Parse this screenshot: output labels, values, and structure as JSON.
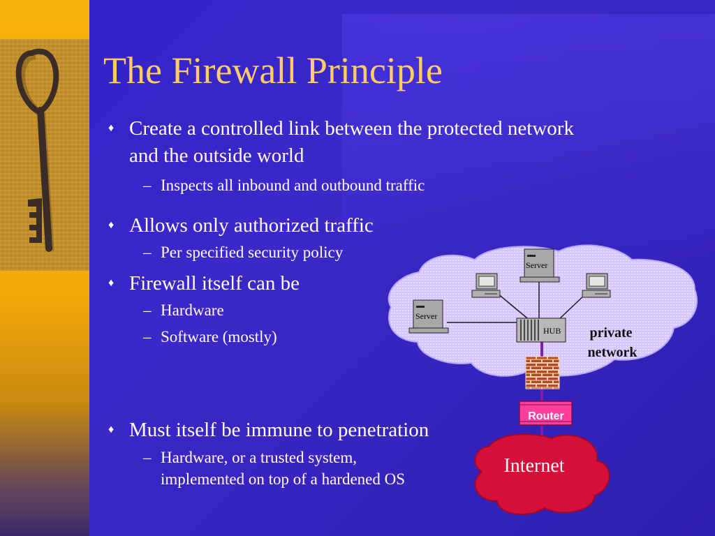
{
  "slide": {
    "title": "The Firewall Principle",
    "bullets": [
      {
        "text_line1": "Create a controlled link between the protected network",
        "text_line2": "and the outside world",
        "sub": [
          "Inspects all inbound and outbound traffic"
        ]
      },
      {
        "text_line1": "Allows only authorized traffic",
        "sub": [
          "Per specified security policy"
        ]
      },
      {
        "text_line1": "Firewall itself can be",
        "sub": [
          "Hardware",
          "Software (mostly)"
        ]
      },
      {
        "text_line1": "Must itself be immune to penetration",
        "sub_line1": "Hardware, or a trusted system,",
        "sub_line2": "implemented on top of a hardened OS"
      }
    ],
    "bullet_symbol": "♦",
    "sub_symbol": "–"
  },
  "diagram": {
    "server_label": "Server",
    "hub_label": "HUB",
    "private_network_line1": "private",
    "private_network_line2": "network",
    "router_label": "Router",
    "internet_label": "Internet"
  },
  "colors": {
    "background": "#3322c8",
    "title": "#ffcc66",
    "text": "#ffffff",
    "cloud_private": "#d9c8ff",
    "cloud_internet": "#d4103a",
    "router": "#ff3fa0",
    "firewall": "#b84a20",
    "link": "#7a1fb0"
  }
}
